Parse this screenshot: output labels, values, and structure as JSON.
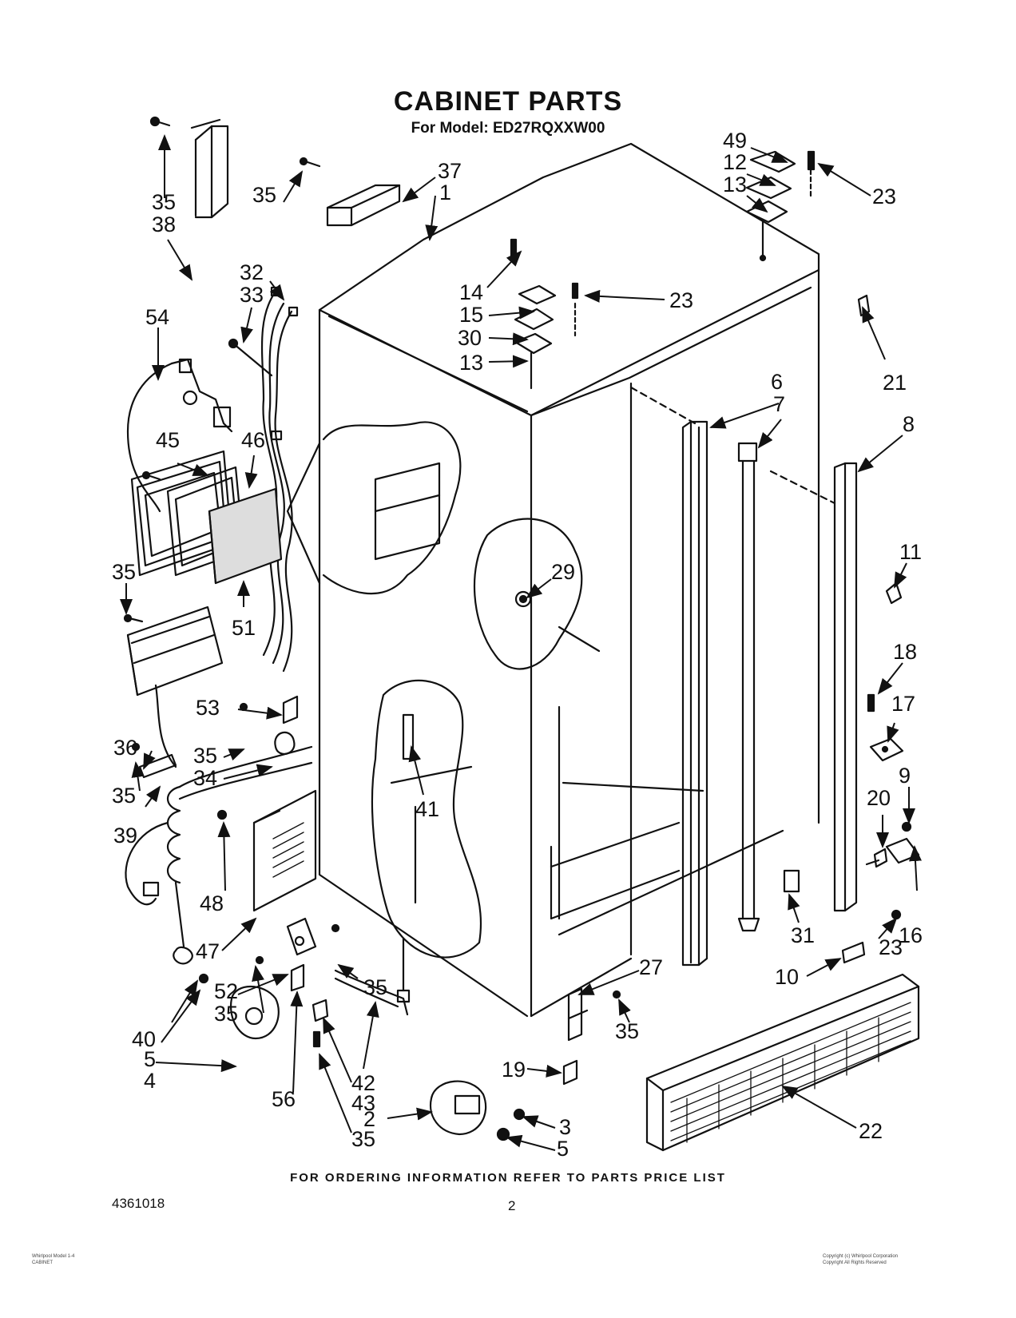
{
  "title": "CABINET PARTS",
  "subtitle": "For Model: ED27RQXXW00",
  "footer_note": "FOR ORDERING INFORMATION REFER TO PARTS PRICE LIST",
  "document_number": "4361018",
  "page_number": "2",
  "bottom_left_note": [
    "Whirlpool Model 1-4",
    "CABINET"
  ],
  "bottom_right_note": [
    "Copyright (c) Whirlpool Corporation",
    "Copyright All Rights Reserved"
  ],
  "part_labels": [
    {
      "id": "p35a",
      "text": "35"
    },
    {
      "id": "p38",
      "text": "38"
    },
    {
      "id": "p35b",
      "text": "35"
    },
    {
      "id": "p37",
      "text": "37"
    },
    {
      "id": "p1",
      "text": "1"
    },
    {
      "id": "p49",
      "text": "49"
    },
    {
      "id": "p12",
      "text": "12"
    },
    {
      "id": "p13a",
      "text": "13"
    },
    {
      "id": "p23a",
      "text": "23"
    },
    {
      "id": "p32",
      "text": "32"
    },
    {
      "id": "p33",
      "text": "33"
    },
    {
      "id": "p14",
      "text": "14"
    },
    {
      "id": "p15",
      "text": "15"
    },
    {
      "id": "p23b",
      "text": "23"
    },
    {
      "id": "p30",
      "text": "30"
    },
    {
      "id": "p13b",
      "text": "13"
    },
    {
      "id": "p54",
      "text": "54"
    },
    {
      "id": "p21",
      "text": "21"
    },
    {
      "id": "p45",
      "text": "45"
    },
    {
      "id": "p46",
      "text": "46"
    },
    {
      "id": "p6",
      "text": "6"
    },
    {
      "id": "p7",
      "text": "7"
    },
    {
      "id": "p8",
      "text": "8"
    },
    {
      "id": "p35c",
      "text": "35"
    },
    {
      "id": "p29",
      "text": "29"
    },
    {
      "id": "p11",
      "text": "11"
    },
    {
      "id": "p51",
      "text": "51"
    },
    {
      "id": "p18",
      "text": "18"
    },
    {
      "id": "p17",
      "text": "17"
    },
    {
      "id": "p53",
      "text": "53"
    },
    {
      "id": "p36",
      "text": "36"
    },
    {
      "id": "p35d",
      "text": "35"
    },
    {
      "id": "p34",
      "text": "34"
    },
    {
      "id": "p35e",
      "text": "35"
    },
    {
      "id": "p9",
      "text": "9"
    },
    {
      "id": "p20",
      "text": "20"
    },
    {
      "id": "p41",
      "text": "41"
    },
    {
      "id": "p39",
      "text": "39"
    },
    {
      "id": "p48",
      "text": "48"
    },
    {
      "id": "p31",
      "text": "31"
    },
    {
      "id": "p23c",
      "text": "23"
    },
    {
      "id": "p16",
      "text": "16"
    },
    {
      "id": "p47",
      "text": "47"
    },
    {
      "id": "p27",
      "text": "27"
    },
    {
      "id": "p10",
      "text": "10"
    },
    {
      "id": "p52",
      "text": "52"
    },
    {
      "id": "p35f",
      "text": "35"
    },
    {
      "id": "p35g",
      "text": "35"
    },
    {
      "id": "p35h",
      "text": "35"
    },
    {
      "id": "p40",
      "text": "40"
    },
    {
      "id": "p5a",
      "text": "5"
    },
    {
      "id": "p4",
      "text": "4"
    },
    {
      "id": "p19",
      "text": "19"
    },
    {
      "id": "p42",
      "text": "42"
    },
    {
      "id": "p43",
      "text": "43"
    },
    {
      "id": "p56",
      "text": "56"
    },
    {
      "id": "p2",
      "text": "2"
    },
    {
      "id": "p3",
      "text": "3"
    },
    {
      "id": "p35i",
      "text": "35"
    },
    {
      "id": "p5b",
      "text": "5"
    },
    {
      "id": "p22",
      "text": "22"
    }
  ]
}
